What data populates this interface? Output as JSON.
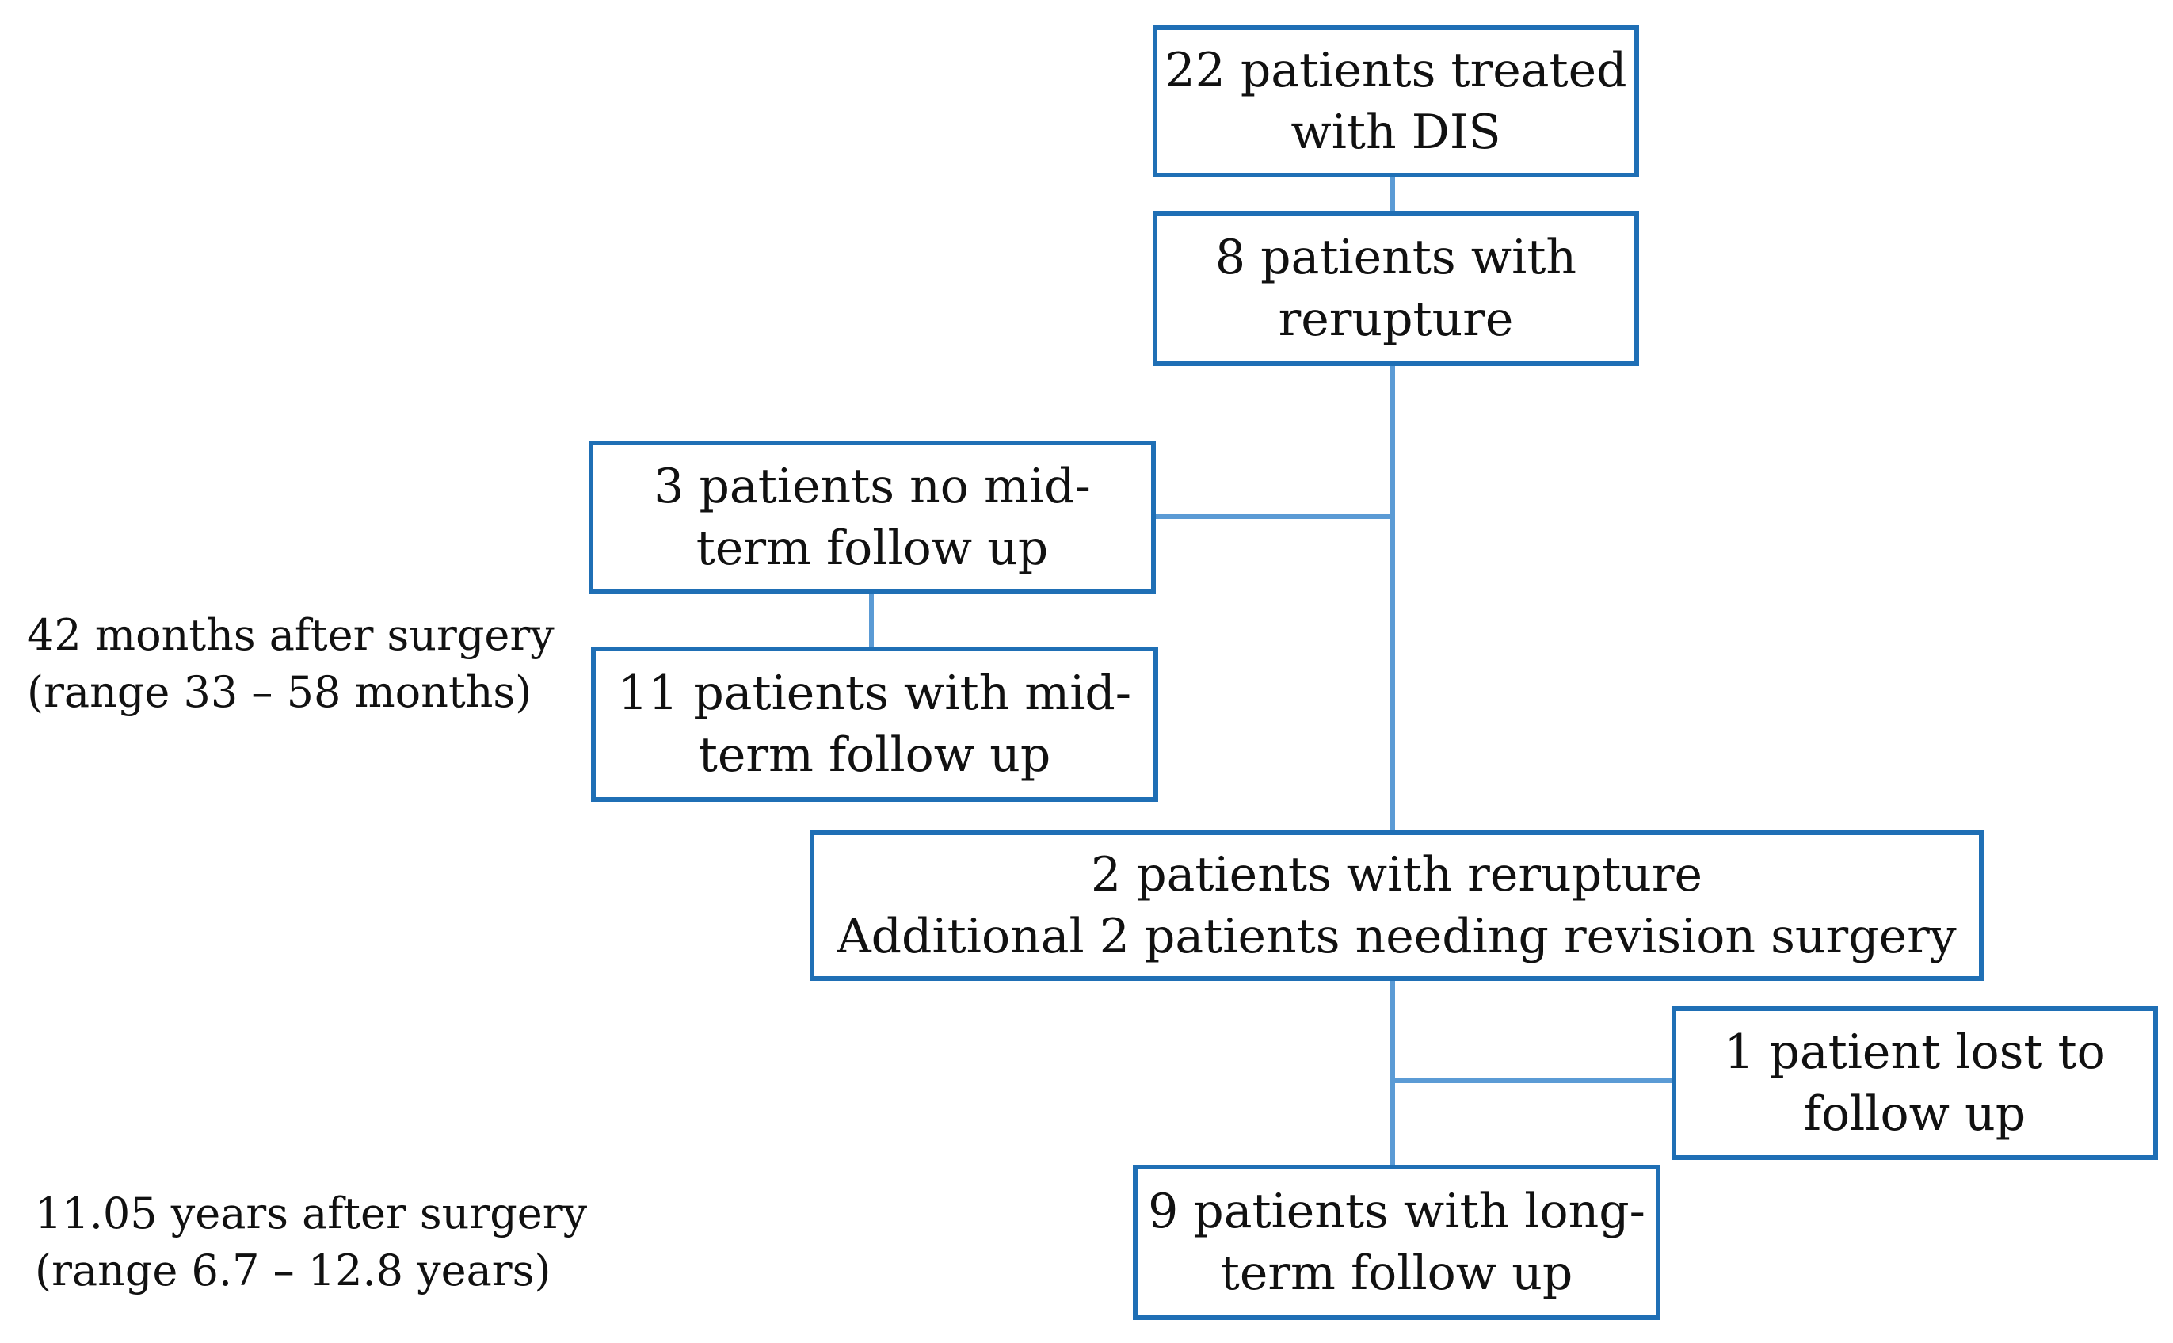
{
  "colors": {
    "box_border": "#1f6fb5",
    "connector": "#5b9bd5",
    "text": "#111111"
  },
  "boxes": {
    "treated": {
      "line1": "22 patients treated",
      "line2": "with DIS"
    },
    "rerupture": {
      "line1": "8 patients with",
      "line2": "rerupture"
    },
    "no_midterm": {
      "line1": "3 patients no mid-",
      "line2": "term follow up"
    },
    "midterm": {
      "line1": "11 patients with mid-",
      "line2": "term follow up"
    },
    "revision": {
      "line1": "2 patients with rerupture",
      "line2": "Additional 2  patients needing revision surgery"
    },
    "lost": {
      "line1": "1 patient lost to",
      "line2": "follow up"
    },
    "longterm": {
      "line1": "9 patients with long-",
      "line2": "term follow up"
    }
  },
  "notes": {
    "midterm_time": {
      "line1": "42 months after surgery",
      "line2": "(range 33 – 58 months)"
    },
    "longterm_time": {
      "line1": "11.05 years after surgery",
      "line2": "(range 6.7 – 12.8 years)"
    }
  }
}
